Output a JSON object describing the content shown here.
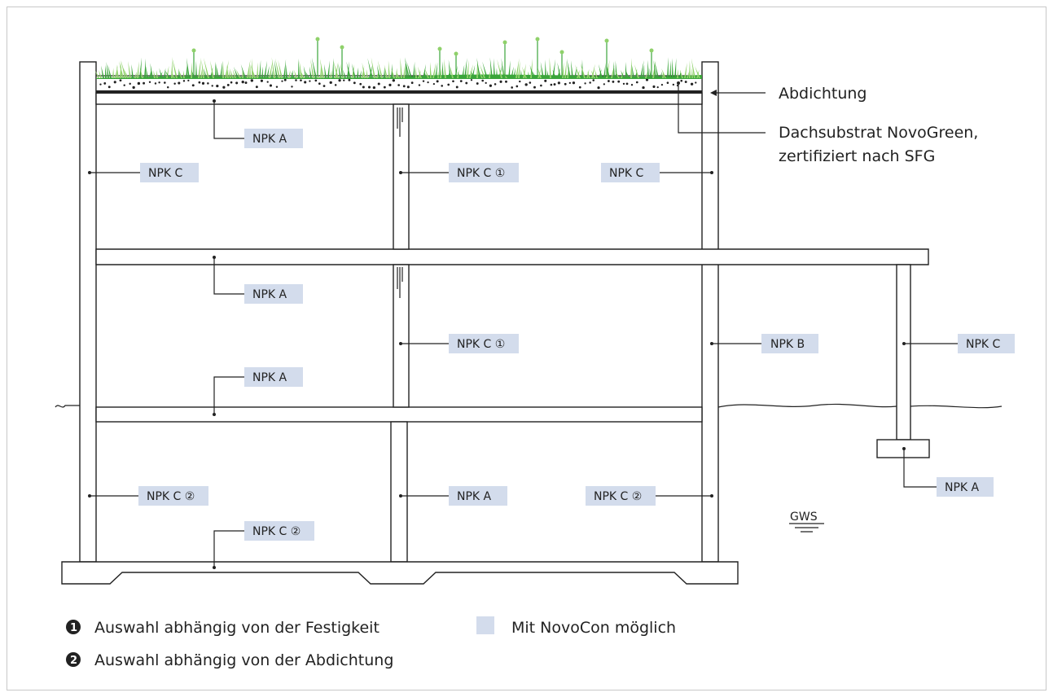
{
  "colors": {
    "tag_fill": "#d3dcec",
    "line": "#222222",
    "grass": "#3aa53a",
    "grass_light": "#8fd16a"
  },
  "callouts": {
    "waterproofing": "Abdichtung",
    "substrate_line1": "Dachsubstrat NovoGreen,",
    "substrate_line2": "zertifiziert nach SFG"
  },
  "groundwater_label": "GWS",
  "tags": {
    "roof_slab": "NPK A",
    "upper_left_wall": "NPK C",
    "upper_mid_wall": "NPK C ①",
    "upper_right_wall": "NPK C",
    "mid_slab": "NPK A",
    "middle_mid_wall": "NPK C ①",
    "middle_right_wall": "NPK B",
    "column": "NPK C",
    "ground_slab": "NPK A",
    "footing": "NPK A",
    "base_left_wall": "NPK C ②",
    "base_mid_wall": "NPK A",
    "base_right_wall": "NPK C ②",
    "base_slab": "NPK C ②"
  },
  "legend": {
    "note1_marker": "①",
    "note1_text": "Auswahl abhängig von der Festigkeit",
    "note2_marker": "②",
    "note2_text": "Auswahl abhängig von der Abdichtung",
    "swatch_text": "Mit NovoCon möglich"
  }
}
